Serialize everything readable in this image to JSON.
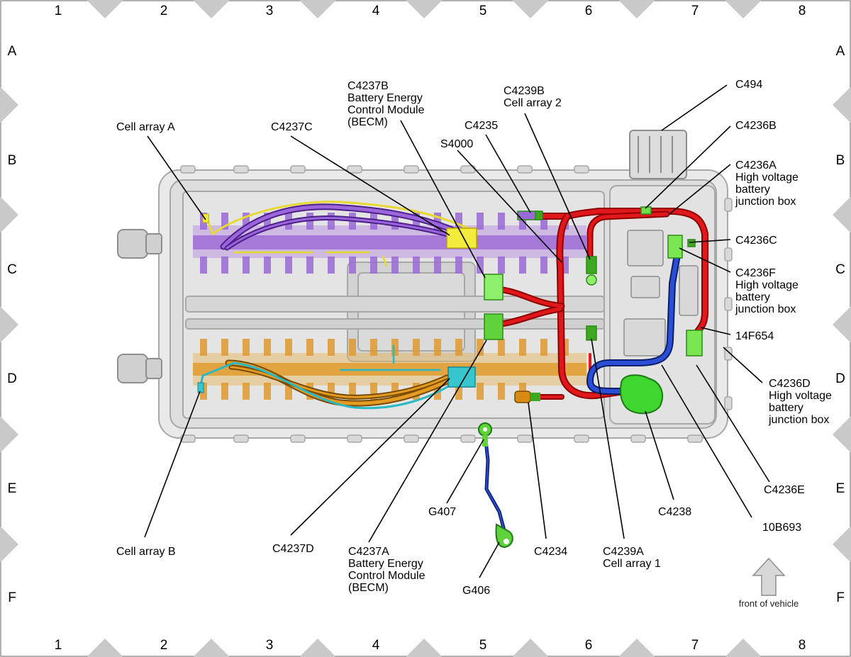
{
  "grid": {
    "columns": [
      "1",
      "2",
      "3",
      "4",
      "5",
      "6",
      "7",
      "8"
    ],
    "rows": [
      "A",
      "B",
      "C",
      "D",
      "E",
      "F"
    ]
  },
  "callouts": {
    "cell_array_a": [
      "Cell array A"
    ],
    "c4237c": [
      "C4237C"
    ],
    "c4237b": [
      "C4237B",
      "Battery Energy",
      "Control Module",
      "(BECM)"
    ],
    "c4239b": [
      "C4239B",
      "Cell array 2"
    ],
    "c4235": [
      "C4235"
    ],
    "s4000": [
      "S4000"
    ],
    "c494": [
      "C494"
    ],
    "c4236b": [
      "C4236B"
    ],
    "c4236a": [
      "C4236A",
      "High voltage",
      "battery",
      "junction box"
    ],
    "c4236c": [
      "C4236C"
    ],
    "c4236f": [
      "C4236F",
      "High voltage",
      "battery",
      "junction box"
    ],
    "f14f654": [
      "14F654"
    ],
    "c4236d": [
      "C4236D",
      "High voltage",
      "battery",
      "junction box"
    ],
    "c4236e": [
      "C4236E"
    ],
    "b10b693": [
      "10B693"
    ],
    "c4238": [
      "C4238"
    ],
    "c4239a": [
      "C4239A",
      "Cell array 1"
    ],
    "c4234": [
      "C4234"
    ],
    "g407": [
      "G407"
    ],
    "g406": [
      "G406"
    ],
    "c4237a": [
      "C4237A",
      "Battery Energy",
      "Control Module",
      "(BECM)"
    ],
    "c4237d": [
      "C4237D"
    ],
    "cell_array_b": [
      "Cell array B"
    ]
  },
  "front_of_vehicle": "front of vehicle",
  "colors": {
    "purple": "#7d3fc0",
    "purple_light": "#b58ee0",
    "yellow": "#f2e635",
    "orange": "#d98a10",
    "orange_light": "#e8b456",
    "cyan": "#29b9c4",
    "red": "#e0181c",
    "blue": "#1f3fc0",
    "green": "#6ee04c",
    "housing": "#e6e6e6",
    "housing_stroke": "#a8a8a8"
  }
}
